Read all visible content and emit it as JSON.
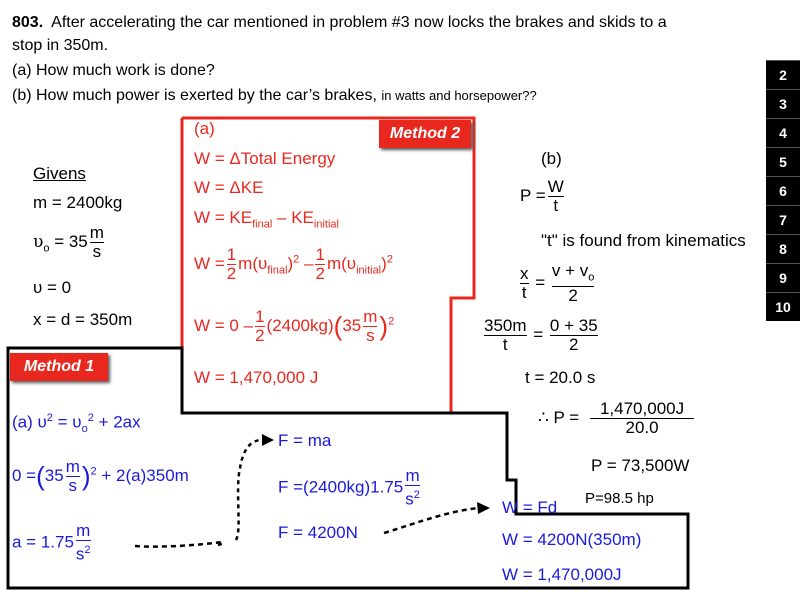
{
  "problem": {
    "number": "803",
    "line1": "After accelerating the car mentioned in problem #3 now locks the brakes and skids to a",
    "line2": "stop in 350m.",
    "part_a": "(a) How much work is done?",
    "part_b": "(b) How much power is exerted by the car’s brakes,",
    "part_b_small": "in watts and horsepower??"
  },
  "slide_numbers": [
    "2",
    "3",
    "4",
    "5",
    "6",
    "7",
    "8",
    "9",
    "10"
  ],
  "givens": {
    "title": "Givens",
    "mass": "m = 2400kg",
    "v0_left": "υ",
    "v0_sub": "o",
    "v0_eq": "= 35",
    "v0_num": "m",
    "v0_den": "s",
    "vf": "υ = 0",
    "dist": "x = d = 350m"
  },
  "method2": {
    "badge": "Method 2",
    "label": "(a)",
    "eq1": "W = ΔTotal Energy",
    "eq2": "W = ΔKE",
    "eq3_a": "W = KE",
    "eq3_sub1": "final",
    "eq3_b": " – KE",
    "eq3_sub2": "initial",
    "eq4_a": "W =",
    "eq4_half": "1",
    "eq4_two": "2",
    "eq4_b": "m(υ",
    "eq4_sub1": "final",
    "eq4_c": ")",
    "eq4_sq": "2",
    "eq4_d": " –",
    "eq4_e": "m(υ",
    "eq4_sub2": "initial",
    "eq4_f": ")",
    "eq5_a": "W = 0 –",
    "eq5_b": "(2400kg)",
    "eq5_c": "35",
    "eq5_m": "m",
    "eq5_s": "s",
    "result": "W = 1,470,000 J"
  },
  "method1": {
    "badge": "Method 1",
    "eq1_a": "(a) υ",
    "eq1_b": " = υ",
    "eq1_sub": "o",
    "eq1_c": " + 2ax",
    "eq2_a": "0 =",
    "eq2_b": "35",
    "eq2_c": "+ 2",
    "eq2_d": "(a)",
    "eq2_e": "350m",
    "eq3_a": "a = 1.75",
    "eq3_m": "m",
    "eq3_s": "s",
    "f1": "F = ma",
    "f2_a": "F =",
    "f2_b": "(2400kg)",
    "f2_c": "1.75",
    "f3": "F = 4200N",
    "w1": "W = Fd",
    "w2_a": "W = 4200N",
    "w2_b": "(350m)",
    "w3": "W = 1,470,000J"
  },
  "partb": {
    "label": "(b)",
    "p_eq": "P =",
    "p_num": "W",
    "p_den": "t",
    "note": "\"t\" is found from kinematics",
    "k1_num_l": "x",
    "k1_den_l": "t",
    "k1_num_r": "v + v",
    "k1_sub": "o",
    "k1_den_r": "2",
    "k2_num_l": "350m",
    "k2_den_l": "t",
    "k2_num_r": "0 + 35",
    "k2_den_r": "2",
    "t_result": "t = 20.0 s",
    "p2_a": "∴ P =",
    "p2_num": "1,470,000J",
    "p2_den": "20.0",
    "p_result": "P = 73,500W",
    "hp": "P=98.5 hp"
  },
  "colors": {
    "method2": "#e8281e",
    "method1": "#1a1adb"
  }
}
